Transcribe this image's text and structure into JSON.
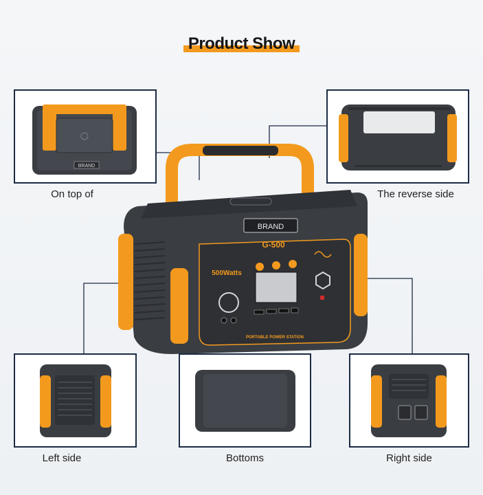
{
  "page": {
    "title": "Product Show"
  },
  "product": {
    "brand": "BRAND",
    "model": "G-500",
    "wattage": "500Watts",
    "subtitle": "PORTABLE POWER STATION"
  },
  "views": [
    {
      "id": "top",
      "caption": "On top of"
    },
    {
      "id": "reverse",
      "caption": "The reverse side"
    },
    {
      "id": "left",
      "caption": "Left side"
    },
    {
      "id": "bottom",
      "caption": "Bottoms"
    },
    {
      "id": "right",
      "caption": "Right side"
    }
  ],
  "colors": {
    "accent": "#f39a1e",
    "body_dark": "#3a3d42",
    "body_darker": "#2a2c30",
    "frame": "#1c2b44"
  }
}
